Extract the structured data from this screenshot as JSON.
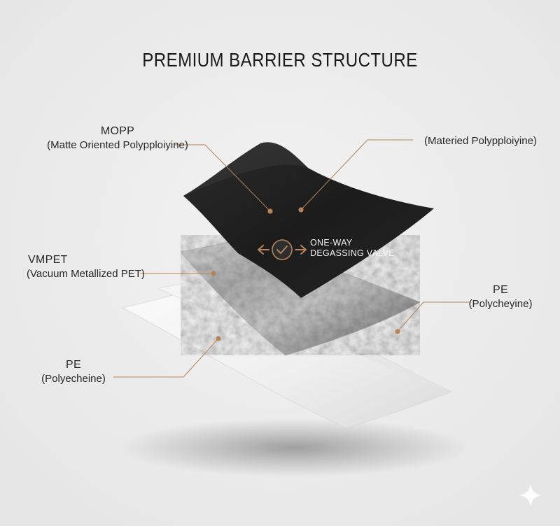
{
  "title": "PREMIUM BARRIER STRUCTURE",
  "accent_color": "#b5835a",
  "layers": {
    "mopp": {
      "name": "MOPP",
      "desc": "(Matte Oriented Polypploiyine)"
    },
    "mopp_right": {
      "desc": "(Materied Polypploiyine)"
    },
    "vmpet": {
      "name": "VMPET",
      "desc": "(Vacuum Metallized PET)"
    },
    "pe_right": {
      "name": "PE",
      "desc": "(Polycheyine)"
    },
    "pe_left": {
      "name": "PE",
      "desc": "(Polyecheine)"
    }
  },
  "valve": {
    "line1": "ONE-WAY",
    "line2": "DEGASSING VALVE",
    "icon": "check-circle-icon"
  },
  "watermark_icon": "sparkle-icon"
}
